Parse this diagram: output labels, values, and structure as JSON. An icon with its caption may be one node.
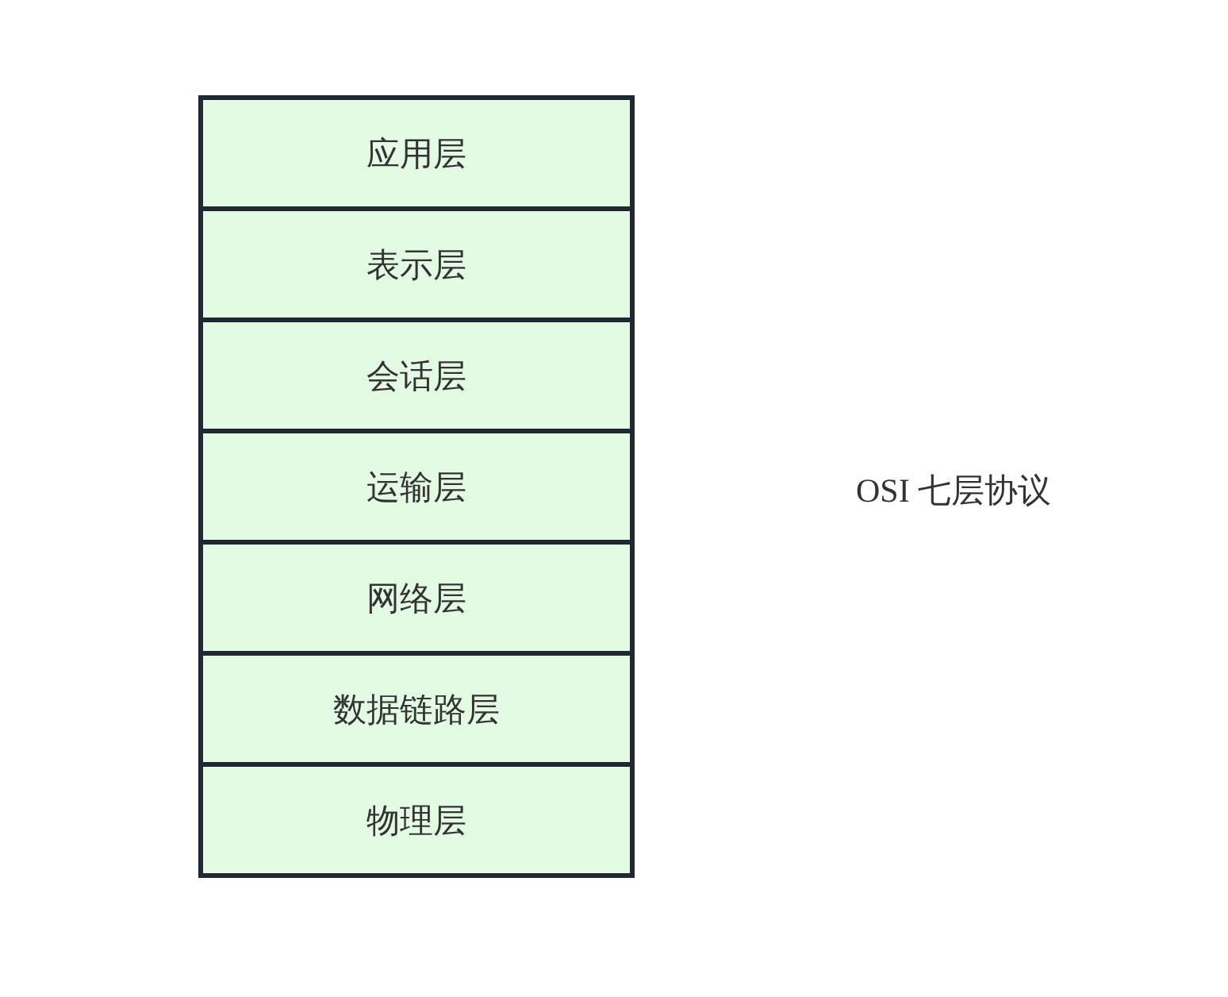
{
  "diagram": {
    "nodes": [
      {
        "text": [
          "应用层"
        ]
      },
      {
        "text": [
          "表示层"
        ]
      },
      {
        "text": [
          "会话层"
        ]
      },
      {
        "text": [
          "运输层"
        ]
      },
      {
        "text": [
          "网络层"
        ]
      },
      {
        "text": [
          "数据链路层"
        ]
      },
      {
        "text": [
          "物理层"
        ]
      }
    ],
    "labels": [
      "OSI 七层协议"
    ]
  }
}
